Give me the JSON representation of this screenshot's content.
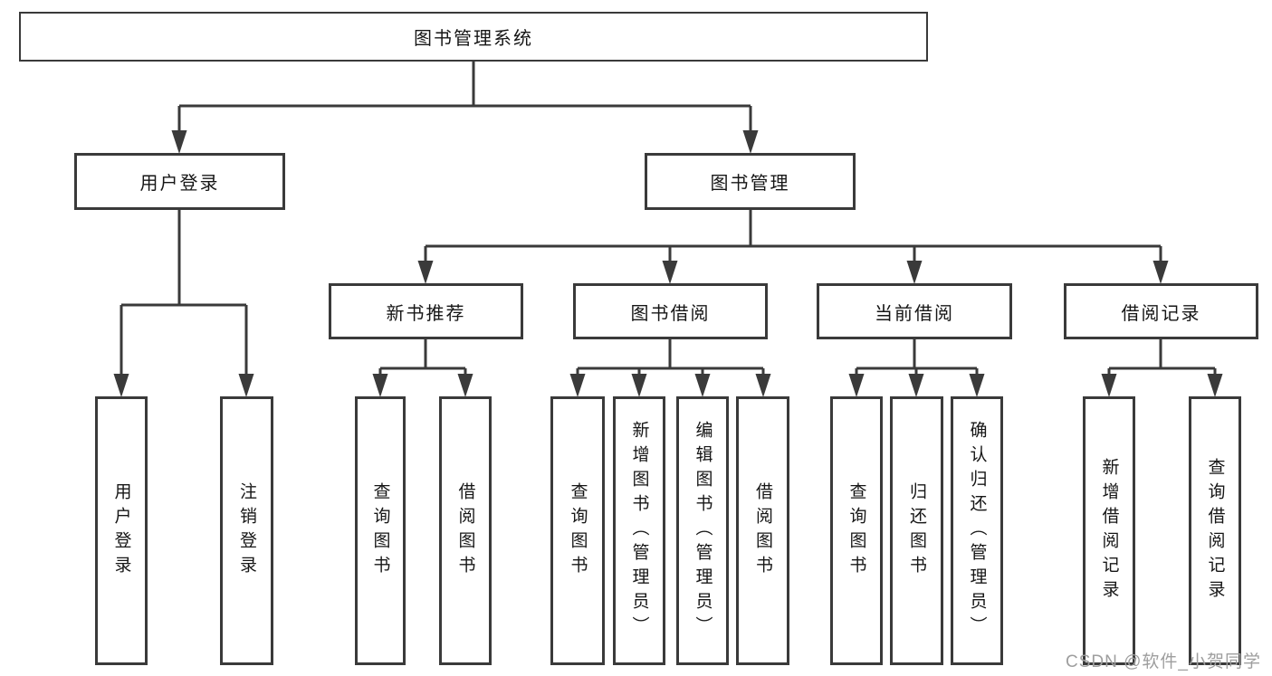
{
  "diagram": {
    "root": {
      "label": "图书管理系统"
    },
    "level2": [
      {
        "label": "用户登录"
      },
      {
        "label": "图书管理"
      }
    ],
    "level3": [
      {
        "label": "新书推荐"
      },
      {
        "label": "图书借阅"
      },
      {
        "label": "当前借阅"
      },
      {
        "label": "借阅记录"
      }
    ],
    "leaves": [
      {
        "label": "用户登录",
        "parent": "用户登录"
      },
      {
        "label": "注销登录",
        "parent": "用户登录"
      },
      {
        "label": "查询图书",
        "parent": "新书推荐"
      },
      {
        "label": "借阅图书",
        "parent": "新书推荐"
      },
      {
        "label": "查询图书",
        "parent": "图书借阅"
      },
      {
        "label": "新增图书（管理员）",
        "parent": "图书借阅"
      },
      {
        "label": "编辑图书（管理员）",
        "parent": "图书借阅"
      },
      {
        "label": "借阅图书",
        "parent": "图书借阅"
      },
      {
        "label": "查询图书",
        "parent": "当前借阅"
      },
      {
        "label": "归还图书",
        "parent": "当前借阅"
      },
      {
        "label": "确认归还（管理员）",
        "parent": "当前借阅"
      },
      {
        "label": "新增借阅记录",
        "parent": "借阅记录"
      },
      {
        "label": "查询借阅记录",
        "parent": "借阅记录"
      }
    ]
  },
  "watermark": {
    "text": "CSDN @软件_小贺同学"
  },
  "colors": {
    "line": "#3a3a3a",
    "text": "#161616",
    "watermark": "#9e9e9e",
    "background": "#ffffff"
  }
}
